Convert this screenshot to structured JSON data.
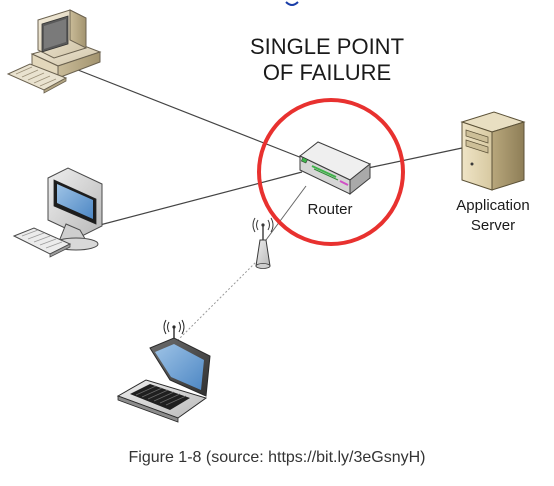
{
  "heading": {
    "line1": "SINGLE POINT",
    "line2": "OF FAILURE"
  },
  "router": {
    "label": "Router"
  },
  "server": {
    "label_line1": "Application",
    "label_line2": "Server"
  },
  "caption": "Figure 1-8 (source: https://bit.ly/3eGsnyH)",
  "colors": {
    "highlight_circle": "#e8312f",
    "link_line": "#444444",
    "wireless_link": "#9a9a9a",
    "accent_blue": "#1a3ea8"
  }
}
